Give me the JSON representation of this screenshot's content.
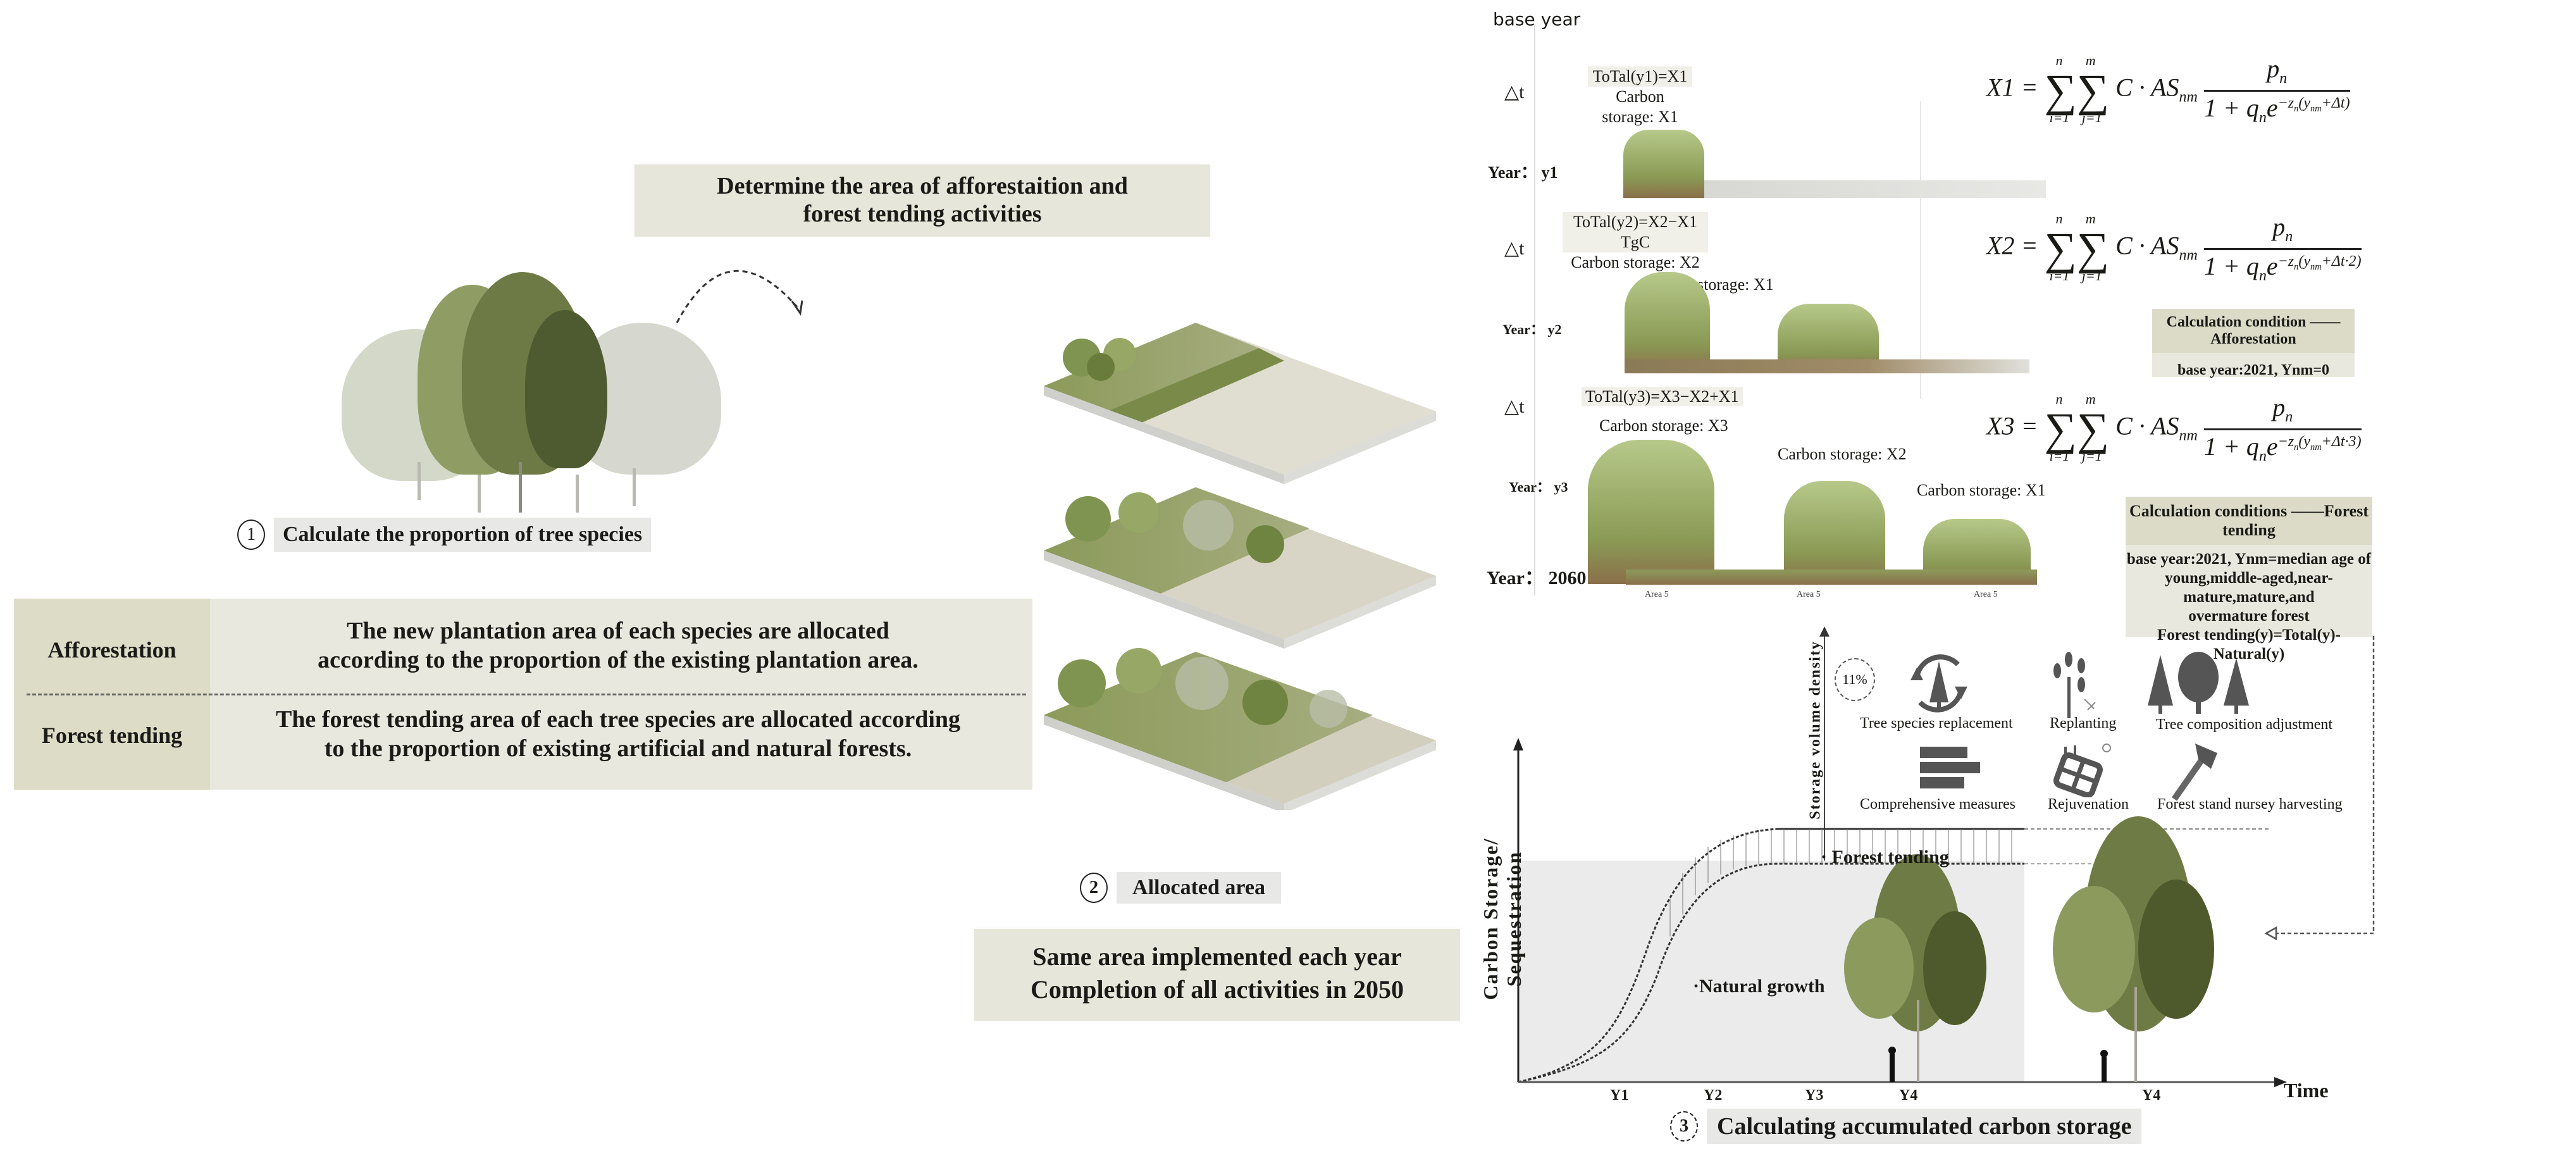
{
  "step1": {
    "number": "1",
    "title": "Calculate the proportion of tree species"
  },
  "allocation_table": {
    "rows": [
      {
        "label": "Afforestation",
        "text_line1": "The new plantation area of each species are allocated",
        "text_line2": "according to the proportion of the existing plantation area."
      },
      {
        "label": "Forest tending",
        "text_line1": "The forest tending area of each tree species are allocated according",
        "text_line2": "to the proportion of existing  artificial and natural forests."
      }
    ]
  },
  "determine_box": {
    "line1": "Determine the area of afforestaition and",
    "line2": "forest tending activities"
  },
  "step2": {
    "number": "2",
    "title": "Allocated  area"
  },
  "schedule_box": {
    "line1": "Same area implemented each year",
    "line2": "Completion of all activities in 2050"
  },
  "timeline": {
    "base_label": "base year",
    "delta": "△t",
    "rows": [
      {
        "year_label": "Year： y1",
        "total": "ToTal(y1)=X1",
        "storage_labels": [
          "Carbon storage: X1"
        ]
      },
      {
        "year_label": "Year： y2",
        "total": "ToTal(y2)=X2−X1 TgC",
        "storage_labels": [
          "Carbon storage: X2",
          "Carbon storage: X1"
        ]
      },
      {
        "year_label": "Year： y3",
        "total": "ToTal(y3)=X3−X2+X1",
        "storage_labels": [
          "Carbon storage: X3",
          "Carbon storage: X2",
          "Carbon storage: X1"
        ]
      }
    ],
    "end_year": "Year： 2060",
    "area_labels": [
      "Area 5",
      "Area 5",
      "Area 5"
    ]
  },
  "formulas": [
    {
      "lhs": "X1",
      "exponent_tail": "Δt"
    },
    {
      "lhs": "X2",
      "exponent_tail": "Δt·2"
    },
    {
      "lhs": "X3",
      "exponent_tail": "Δt·3"
    }
  ],
  "formula_parts": {
    "sum_upper_i": "n",
    "sum_lower_i": "i=1",
    "sum_upper_j": "m",
    "sum_lower_j": "j=1",
    "term": "C · AS",
    "term_sub": "nm",
    "numerator": "p",
    "numerator_sub": "n",
    "denominator_prefix": "1 + q",
    "denominator_sub": "n",
    "denominator_e": "e",
    "exp_prefix": "−z",
    "exp_sub": "n",
    "exp_y": "(y",
    "exp_y_sub": "nm"
  },
  "conditions": {
    "afforestation": {
      "title": "Calculation condition ——Afforestation",
      "body": "base year:2021, Ynm=0"
    },
    "forest_tending": {
      "title": "Calculation conditions ——Forest tending",
      "body_line1": "base year:2021, Ynm=median age of",
      "body_line2": "young,middle-aged,near-mature,mature,and",
      "body_line3": "overmature forest",
      "body_line4": "Forest tending(y)=Total(y)-Natural(y)"
    }
  },
  "measures": {
    "density_axis": "Storage volume density",
    "badge": "11%",
    "items": [
      {
        "label": "Tree species replacement",
        "icon": "tree-cycle-icon"
      },
      {
        "label": "Replanting",
        "icon": "sapling-shovel-icon"
      },
      {
        "label": "Tree composition adjustment",
        "icon": "mixed-trees-icon"
      },
      {
        "label": "Comprehensive measures",
        "icon": "stacked-bars-icon"
      },
      {
        "label": "Rejuvenation",
        "icon": "plot-sprouts-icon"
      },
      {
        "label": "Forest stand nursey harvesting",
        "icon": "axe-icon"
      }
    ]
  },
  "step3": {
    "number": "3",
    "title": "Calculating accumulated carbon storage"
  },
  "chart_data": {
    "type": "area",
    "title": "Calculating accumulated carbon storage",
    "xlabel": "Time",
    "ylabel": "Carbon Storage/ Sequestration",
    "categories": [
      "Y1",
      "Y2",
      "Y3",
      "Y4",
      "Y4"
    ],
    "series": [
      {
        "name": "Natural growth",
        "x": [
          0,
          1,
          2,
          3,
          4
        ],
        "values": [
          0,
          0.08,
          0.45,
          0.8,
          0.8
        ]
      },
      {
        "name": "Forest tending",
        "x": [
          0,
          1,
          2,
          3,
          4
        ],
        "values": [
          0,
          0.1,
          0.6,
          1.0,
          1.0
        ]
      }
    ],
    "annotations": [
      "Natural growth",
      "Forest tending"
    ],
    "grid": false,
    "legend": "none"
  }
}
